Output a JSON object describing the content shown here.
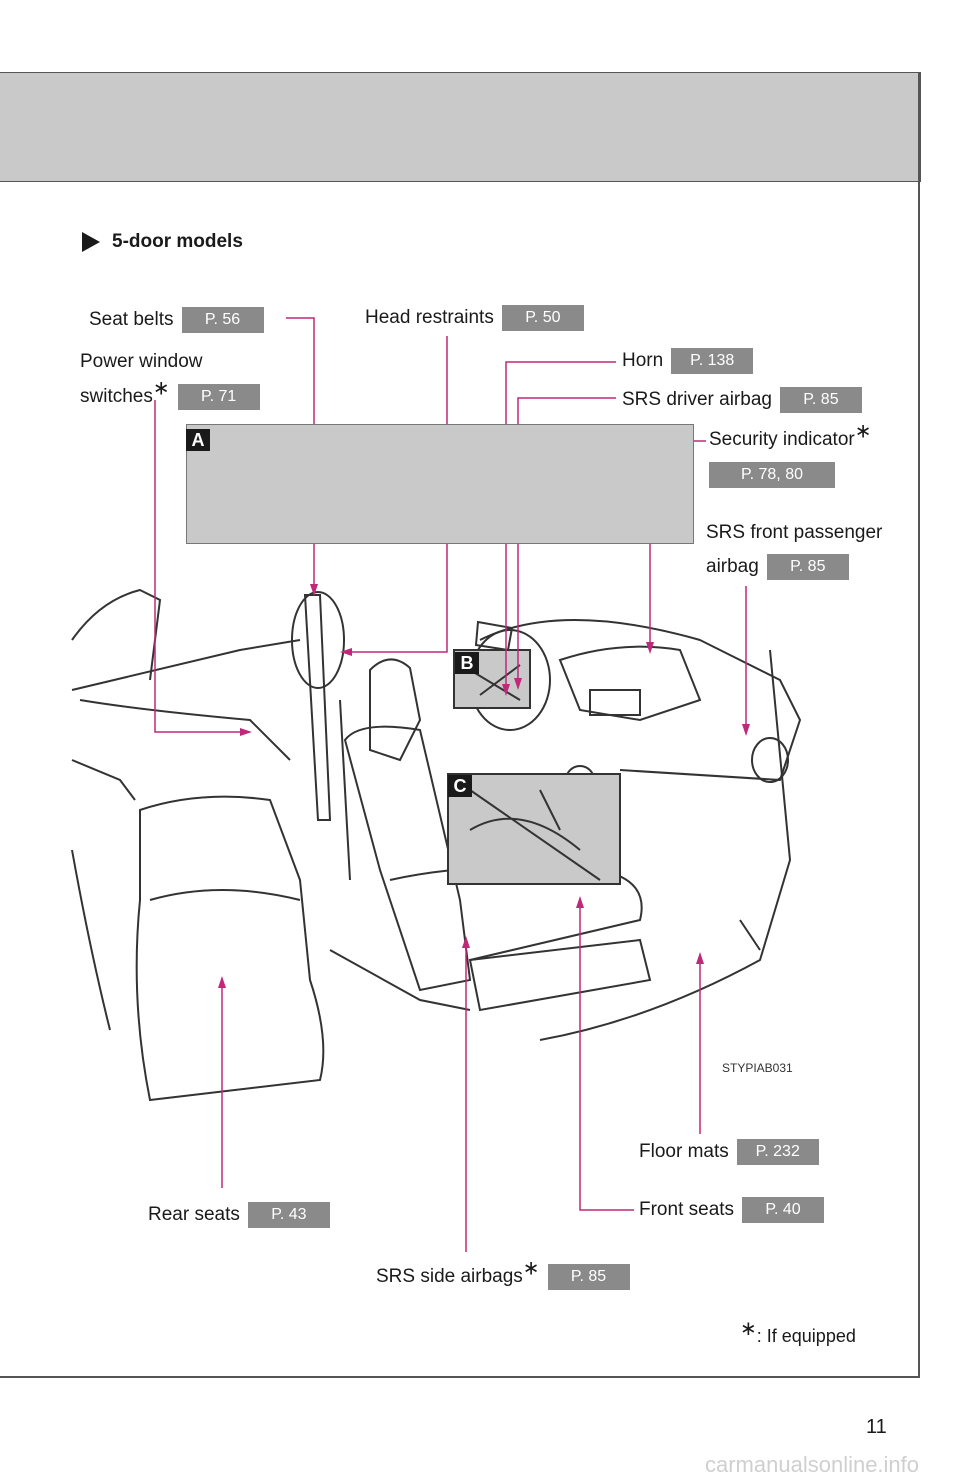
{
  "section": {
    "title": "5-door models"
  },
  "callouts": {
    "seat_belts": {
      "label": "Seat belts",
      "ref": "P. 56"
    },
    "head_restraints": {
      "label": "Head restraints",
      "ref": "P. 50"
    },
    "power_window": {
      "label_line1": "Power window",
      "label_line2": "switches",
      "ref": "P. 71"
    },
    "horn": {
      "label": "Horn",
      "ref": "P. 138"
    },
    "srs_driver": {
      "label": "SRS driver airbag",
      "ref": "P. 85"
    },
    "security": {
      "label": "Security indicator",
      "ref": "P. 78, 80"
    },
    "srs_front_passenger": {
      "label_line1": "SRS front passenger",
      "label_line2": "airbag",
      "ref": "P. 85"
    },
    "floor_mats": {
      "label": "Floor mats",
      "ref": "P. 232"
    },
    "front_seats": {
      "label": "Front seats",
      "ref": "P. 40"
    },
    "rear_seats": {
      "label": "Rear seats",
      "ref": "P. 43"
    },
    "srs_side": {
      "label": "SRS side airbags",
      "ref": "P. 85"
    }
  },
  "panels": {
    "a": "A",
    "b": "B",
    "c": "C"
  },
  "asterisk": "∗",
  "image_code": "STYPIAB031",
  "footnote": ": If equipped",
  "page_number": "11",
  "watermark": "carmanualsonline.info",
  "colors": {
    "leader": "#c0287a",
    "band": "#c9c9c9",
    "ref_box": "#8a8a8a"
  }
}
